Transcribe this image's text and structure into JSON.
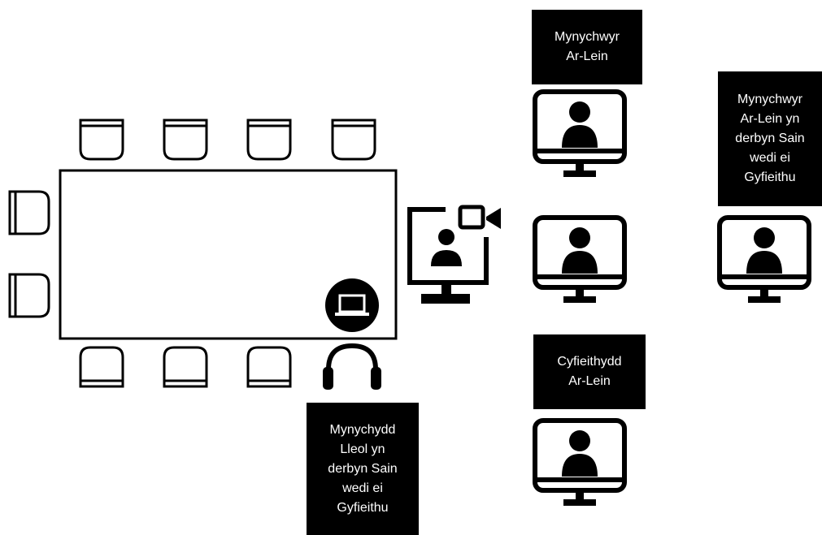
{
  "labels": {
    "online_attendees": "Mynychwyr\nAr-Lein",
    "online_attendees_translated": "Mynychwyr\nAr-Lein yn\nderbyn Sain\nwedi ei\nGyfieithu",
    "online_translator": "Cyfieithydd\nAr-Lein",
    "local_attendee_translated": "Mynychydd\nLleol yn\nderbyn Sain\nwedi ei\nGyfieithu"
  },
  "icons": {
    "seat": "chair-icon",
    "monitor": "monitor-person-icon",
    "video_conference": "video-conference-icon",
    "laptop": "laptop-icon",
    "headphones": "headphones-icon"
  },
  "colors": {
    "ink": "#000000",
    "background": "#ffffff"
  }
}
